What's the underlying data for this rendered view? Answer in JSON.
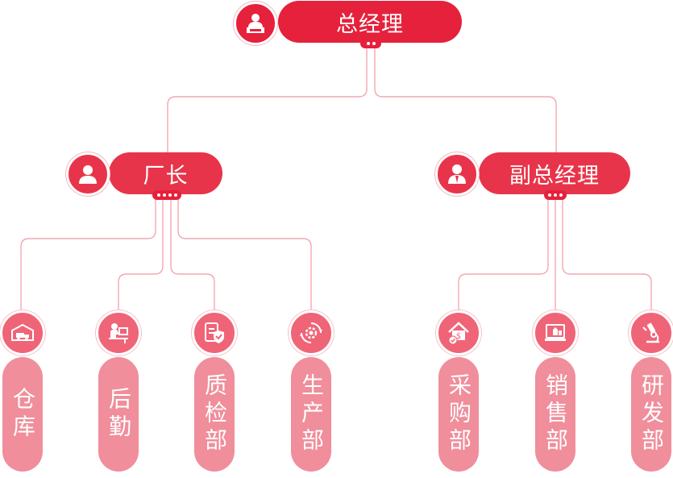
{
  "top": {
    "title": "总经理",
    "icon": "presenter-desk-icon"
  },
  "left_manager": {
    "title": "厂长",
    "icon": "manager-person-icon"
  },
  "right_manager": {
    "title": "副总经理",
    "icon": "suit-person-icon"
  },
  "departments": [
    {
      "label": "仓库",
      "icon": "warehouse-truck-icon"
    },
    {
      "label": "后勤",
      "icon": "worker-desk-icon"
    },
    {
      "label": "质检部",
      "icon": "quality-shield-icon"
    },
    {
      "label": "生产部",
      "icon": "gear-cycle-icon"
    },
    {
      "label": "采购部",
      "icon": "house-dollar-icon"
    },
    {
      "label": "销售部",
      "icon": "sales-screen-icon"
    },
    {
      "label": "研发部",
      "icon": "microscope-icon"
    }
  ],
  "colors": {
    "primary": "#e5213c",
    "dept_bar": "#f08e9b",
    "dept_icon": "#f06478",
    "line": "#f4a7b2"
  }
}
